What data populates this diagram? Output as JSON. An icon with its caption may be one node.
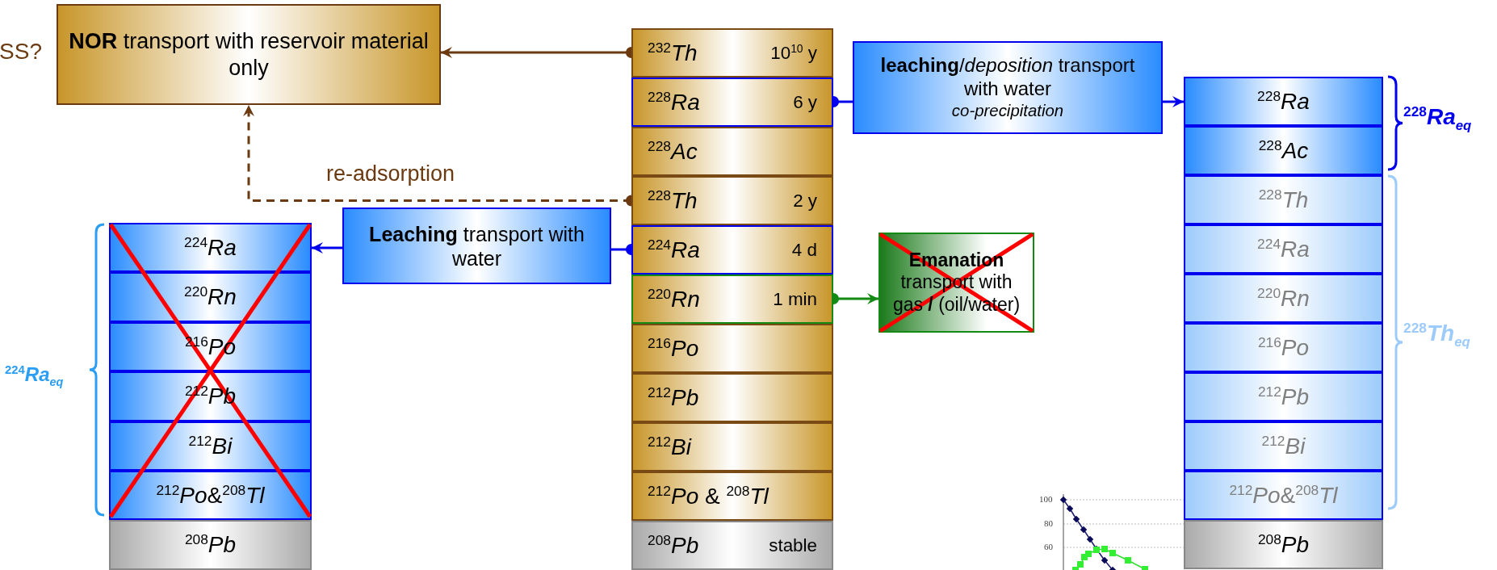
{
  "diagram": {
    "nodes": [
      {
        "text": [
          "**NOR** transport with reservoir material only"
        ],
        "beside": [
          "SS?"
        ]
      },
      {
        "text": [
          "$^{232}$*Th*",
          "10$^{10}$ y"
        ]
      },
      {
        "text": [
          "$^{228}$*Ra*",
          "6 y"
        ]
      },
      {
        "text": [
          "$^{228}$*Ac*"
        ]
      },
      {
        "text": [
          "$^{228}$*Th*",
          "2 y"
        ]
      },
      {
        "text": [
          "$^{224}$*Ra*",
          "4 d"
        ]
      },
      {
        "text": [
          "$^{220}$*Rn*",
          "1 min"
        ]
      },
      {
        "text": [
          "$^{216}$*Po*"
        ]
      },
      {
        "text": [
          "$^{212}$*Pb*"
        ]
      },
      {
        "text": [
          "$^{212}$*Bi*"
        ]
      },
      {
        "text": [
          "$^{212}$*Po* & $^{208}$*Tl*"
        ]
      },
      {
        "text": [
          "$^{208}$*Pb*",
          "stable"
        ]
      },
      {
        "text": [
          "**leaching**/*deposition* transport with water",
          "co-precipitation"
        ]
      },
      {
        "text": [
          "$^{228}$*Ra*"
        ]
      },
      {
        "text": [
          "$^{228}$*Ac*"
        ]
      },
      {
        "text": [
          "$^{228}$*Th*"
        ]
      },
      {
        "text": [
          "$^{224}$*Ra*"
        ]
      },
      {
        "text": [
          "$^{220}$*Rn*"
        ]
      },
      {
        "text": [
          "$^{216}$*Po*"
        ]
      },
      {
        "text": [
          "$^{212}$*Pb*"
        ]
      },
      {
        "text": [
          "$^{212}$*Bi*"
        ]
      },
      {
        "text": [
          "$^{212}$*Po*&$^{208}$*Tl*"
        ]
      },
      {
        "text": [
          "$^{208}$*Pb*"
        ]
      },
      {
        "text": [
          "**Leaching** transport with water"
        ]
      },
      {
        "text": [
          "**Emanation** transport with gas **/** (oil/water)"
        ]
      },
      {
        "text": [
          "$^{224}$*Ra*"
        ]
      },
      {
        "text": [
          "$^{220}$*Rn*"
        ]
      },
      {
        "text": [
          "$^{216}$*Po*"
        ]
      },
      {
        "text": [
          "$^{212}$*Pb*"
        ]
      },
      {
        "text": [
          "$^{212}$*Bi*"
        ]
      },
      {
        "text": [
          "$^{212}$*Po*&$^{208}$*Tl*"
        ]
      },
      {
        "text": [
          "$^{208}$*Pb*"
        ]
      }
    ],
    "edges": [
      {
        "from": 1,
        "to": 0,
        "arrow": "to",
        "color": "#6b3a10"
      },
      {
        "from": 2,
        "to": 12,
        "arrow": "other"
      },
      {
        "from": 12,
        "to": 13,
        "arrow": "to"
      },
      {
        "from": 4,
        "to": 0,
        "arrow": "to",
        "label": "re-adsorption",
        "style": "dashed",
        "color": "#6b3a10"
      },
      {
        "from": 5,
        "to": 23,
        "arrow": "other"
      },
      {
        "from": 23,
        "to": 25,
        "arrow": "to"
      },
      {
        "from": 6,
        "to": 24,
        "arrow": "to",
        "color": "#138a13"
      }
    ],
    "labels": [
      "$^{228}$*Ra*$_{eq}$",
      "$^{228}$*Th*$_{eq}$",
      "$^{224}$*Ra*$_{eq}$",
      "100",
      "80",
      "60"
    ]
  }
}
